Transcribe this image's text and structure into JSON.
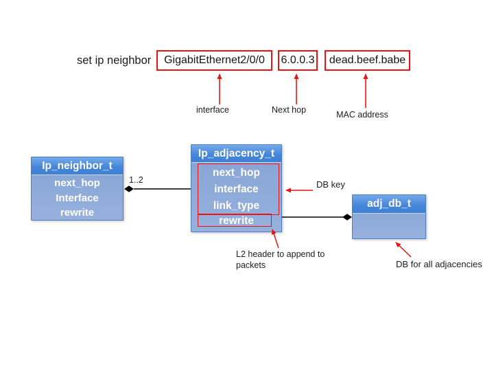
{
  "slide": {
    "command": {
      "prefix": "set ip neighbor",
      "tokens": [
        {
          "value": "GigabitEthernet2/0/0",
          "label": "interface"
        },
        {
          "value": "6.0.0.3",
          "label": "Next hop"
        },
        {
          "value": "dead.beef.babe",
          "label": "MAC address"
        }
      ]
    },
    "structs": {
      "ip_neighbor": {
        "title": "Ip_neighbor_t",
        "fields": [
          "next_hop",
          "Interface",
          "rewrite"
        ]
      },
      "ip_adjacency": {
        "title": "Ip_adjacency_t",
        "db_key_fields": [
          "next_hop",
          "interface",
          "link_type"
        ],
        "rewrite_field": "rewrite"
      },
      "adj_db": {
        "title": "adj_db_t"
      }
    },
    "relations": {
      "neighbor_adjacency_multiplicity": "1..2"
    },
    "callouts": {
      "db_key": "DB key",
      "l2_header_line1": "L2 header to append to",
      "l2_header_line2": "packets",
      "adj_db_note": "DB for all adjacencies"
    },
    "colors": {
      "annotation_red": "#ee1111",
      "struct_header_blue": "#4787da",
      "struct_body_blue": "#8fabd9",
      "connector_black": "#000000"
    }
  }
}
